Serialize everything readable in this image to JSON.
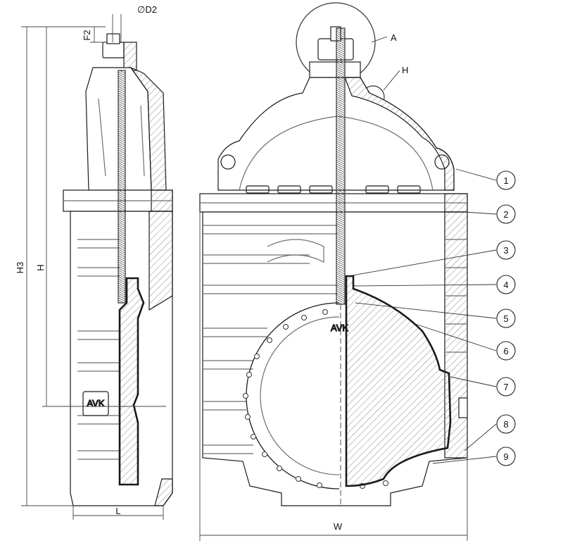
{
  "dimensions": {
    "d2": "∅D2",
    "f2": "F2",
    "h3": "H3",
    "h": "H",
    "l": "L",
    "w": "W"
  },
  "details": {
    "a": "A",
    "h": "H"
  },
  "balloons": [
    "1",
    "2",
    "3",
    "4",
    "5",
    "6",
    "7",
    "8",
    "9"
  ],
  "colors": {
    "line": "#1a1a1a",
    "thin": "#6f6f6f",
    "hatch": "#8a8a8a",
    "balloon_fill": "#ffffff"
  }
}
